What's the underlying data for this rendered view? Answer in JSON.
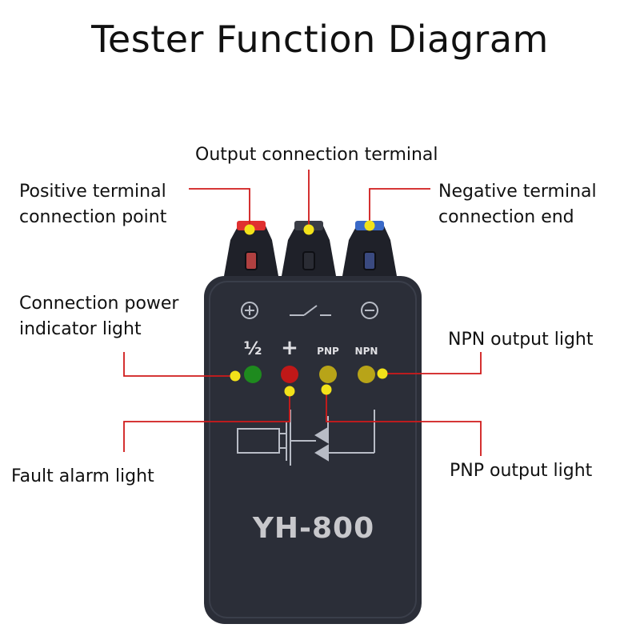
{
  "title": "Tester Function Diagram",
  "labels": {
    "output_terminal": "Output connection terminal",
    "positive_terminal_1": "Positive terminal",
    "positive_terminal_2": "connection point",
    "negative_terminal_1": "Negative terminal",
    "negative_terminal_2": "connection end",
    "power_indicator_1": "Connection power",
    "power_indicator_2": "indicator light",
    "npn_output": "NPN output light",
    "pnp_output": "PNP output light",
    "fault_alarm": "Fault alarm light"
  },
  "device": {
    "model": "YH-800",
    "led_labels": {
      "power": "½",
      "fault": "+",
      "pnp": "PNP",
      "npn": "NPN"
    },
    "led_colors": {
      "power": "#1e8a1e",
      "fault": "#c01818",
      "pnp": "#b8a418",
      "npn": "#b8a418"
    },
    "body_color": "#2b2e38",
    "leader_color": "#d01a1a",
    "marker_color": "#f2e21a",
    "terminal_colors": {
      "positive": "#e03030",
      "output": "#3a3d46",
      "negative": "#3a6ac8"
    }
  }
}
